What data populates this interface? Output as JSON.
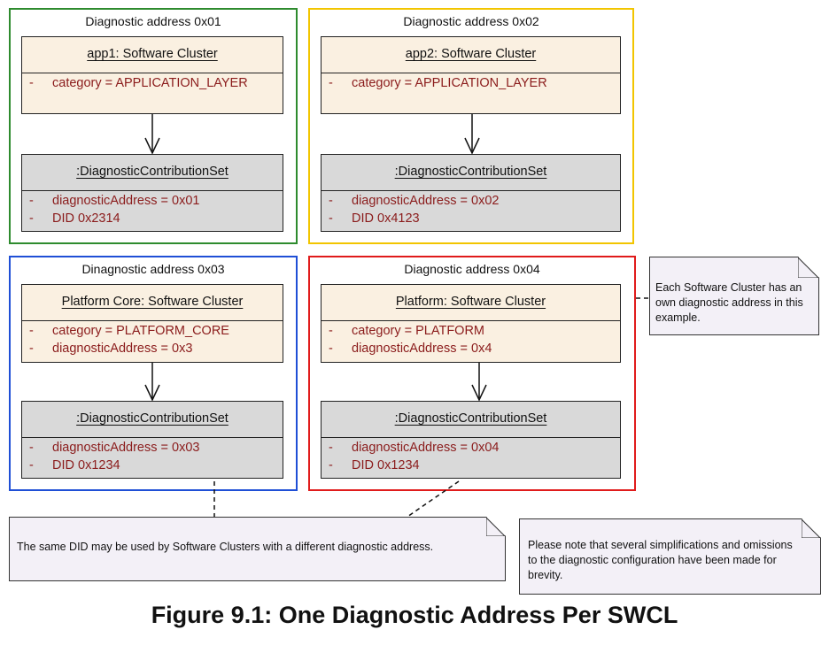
{
  "groups": [
    {
      "title": "Diagnostic address 0x01",
      "border_color": "#2e8b2e",
      "software_cluster": {
        "name": "app1: Software Cluster",
        "attributes": [
          "category = APPLICATION_LAYER"
        ]
      },
      "contribution_set": {
        "name": ":DiagnosticContributionSet",
        "attributes": [
          "diagnosticAddress = 0x01",
          "DID 0x2314"
        ]
      }
    },
    {
      "title": "Diagnostic address 0x02",
      "border_color": "#f2c500",
      "software_cluster": {
        "name": "app2: Software Cluster",
        "attributes": [
          "category = APPLICATION_LAYER"
        ]
      },
      "contribution_set": {
        "name": ":DiagnosticContributionSet",
        "attributes": [
          "diagnosticAddress = 0x02",
          "DID 0x4123"
        ]
      }
    },
    {
      "title": "Dinagnostic address 0x03",
      "border_color": "#1f4fd6",
      "software_cluster": {
        "name": "Platform Core: Software Cluster",
        "attributes": [
          "category = PLATFORM_CORE",
          "diagnosticAddress = 0x3"
        ]
      },
      "contribution_set": {
        "name": ":DiagnosticContributionSet",
        "attributes": [
          "diagnosticAddress = 0x03",
          "DID 0x1234"
        ]
      }
    },
    {
      "title": "Diagnostic address 0x04",
      "border_color": "#e01b1b",
      "software_cluster": {
        "name": "Platform: Software Cluster",
        "attributes": [
          "category = PLATFORM",
          "diagnosticAddress = 0x4"
        ]
      },
      "contribution_set": {
        "name": ":DiagnosticContributionSet",
        "attributes": [
          "diagnosticAddress = 0x04",
          "DID 0x1234"
        ]
      }
    }
  ],
  "attribute_marker": "-",
  "notes": {
    "each_cluster": "Each Software Cluster has an own diagnostic address in this example.",
    "same_did": "The same DID may be used by Software Clusters with a different diagnostic address.",
    "simplifications": "Please note that several simplifications and omissions to the diagnostic configuration have been made for brevity."
  },
  "caption": "Figure 9.1: One Diagnostic Address Per SWCL"
}
